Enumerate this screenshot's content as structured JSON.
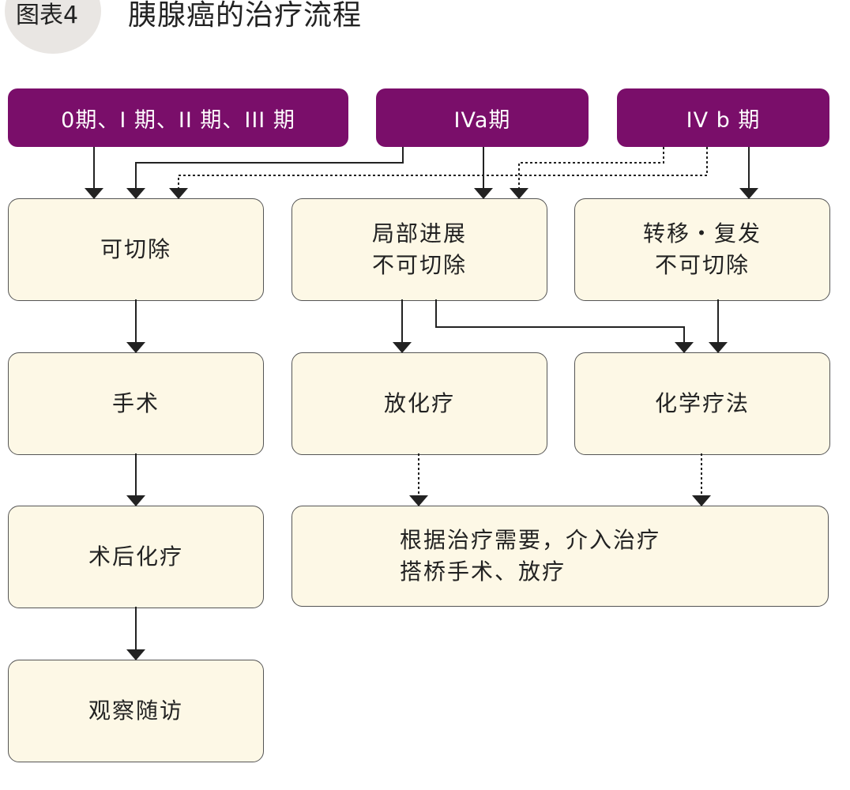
{
  "figure": {
    "label": "图表4",
    "title": "胰腺癌的治疗流程"
  },
  "stages": {
    "early": "0期、I 期、II 期、III 期",
    "iva": "IVa期",
    "ivb": "IV b 期"
  },
  "boxes": {
    "resectable": [
      "可切除"
    ],
    "locally_advanced": [
      "局部进展",
      "不可切除"
    ],
    "metastatic": [
      "转移・复发",
      "不可切除"
    ],
    "surgery": [
      "手术"
    ],
    "chemoradiotherapy": [
      "放化疗"
    ],
    "chemotherapy": [
      "化学疗法"
    ],
    "postop_chemo": [
      "术后化疗"
    ],
    "as_needed": [
      "根据治疗需要，介入治疗",
      "搭桥手术、放疗"
    ],
    "follow_up": [
      "观察随访"
    ]
  },
  "colors": {
    "stage_fill": "#7a0e6a",
    "box_fill": "#fdf8e6",
    "line": "#222222"
  }
}
